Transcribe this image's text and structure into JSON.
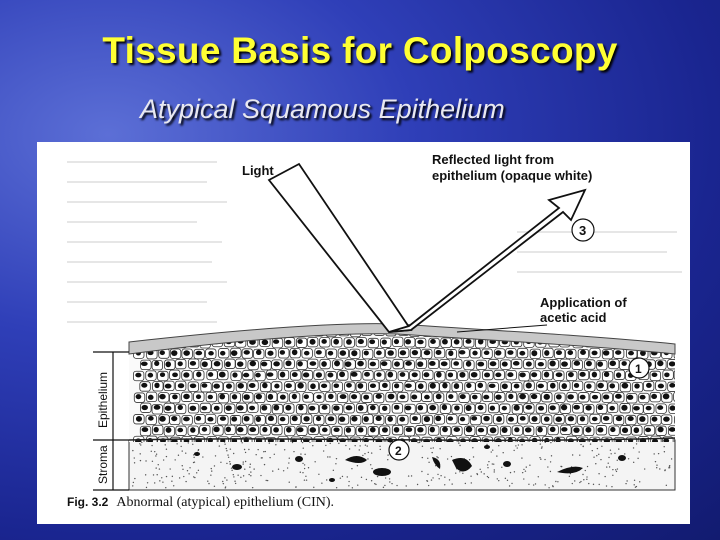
{
  "slide": {
    "title": "Tissue Basis for Colposcopy",
    "subtitle": "Atypical Squamous Epithelium"
  },
  "figure": {
    "label_light": "Light",
    "label_reflected_line1": "Reflected light from",
    "label_reflected_line2": "epithelium (opaque white)",
    "label_acetic_line1": "Application of",
    "label_acetic_line2": "acetic acid",
    "label_epithelium": "Epithelium",
    "label_stroma": "Stroma",
    "marker_1": "1",
    "marker_2": "2",
    "marker_3": "3",
    "caption_number": "Fig. 3.2",
    "caption_text": "Abnormal (atypical) epithelium (CIN)."
  },
  "colors": {
    "title": "#ffff33",
    "subtitle": "#e8e8f0",
    "background": "#2f3fb8"
  }
}
